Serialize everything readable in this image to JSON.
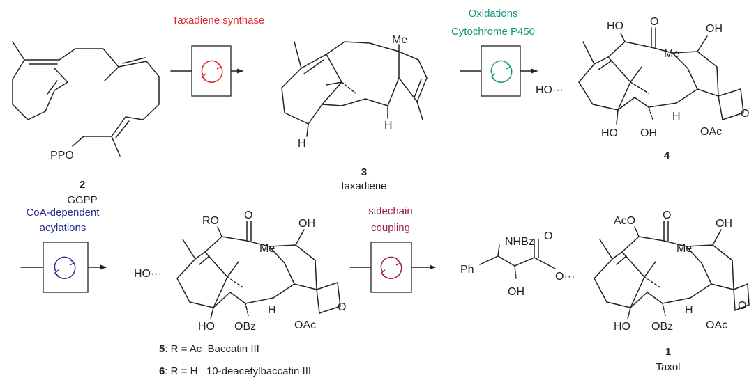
{
  "colors": {
    "red": "#e0262c",
    "teal": "#13967e",
    "blue": "#2b2f8e",
    "maroon": "#9b1d4a",
    "ink": "#222222"
  },
  "steps": {
    "s1": {
      "label": "Taxadiene synthase"
    },
    "s2": {
      "line1": "Oxidations",
      "line2": "Cytochrome P450"
    },
    "s3": {
      "line1": "CoA-dependent",
      "line2": "acylations"
    },
    "s4": {
      "line1": "sidechain",
      "line2": "coupling"
    }
  },
  "compounds": {
    "c2": {
      "number": "2",
      "name": "GGPP"
    },
    "c3": {
      "number": "3",
      "name": "taxadiene"
    },
    "c4": {
      "number": "4"
    },
    "c5": {
      "number": "5",
      "text": ": R = Ac  Baccatin III"
    },
    "c6": {
      "number": "6",
      "text": ": R = H   10-deacetylbaccatin III"
    },
    "c1": {
      "number": "1",
      "name": "Taxol"
    }
  },
  "atoms": {
    "PPO": "PPO",
    "Me": "Me",
    "H": "H",
    "HO": "HO",
    "O": "O",
    "OH": "OH",
    "OAc": "OAc",
    "OBz": "OBz",
    "RO": "RO",
    "AcO": "AcO",
    "NHBz": "NHBz",
    "Ph": "Ph",
    "HOdash": "HO···",
    "Odash": "O···"
  }
}
